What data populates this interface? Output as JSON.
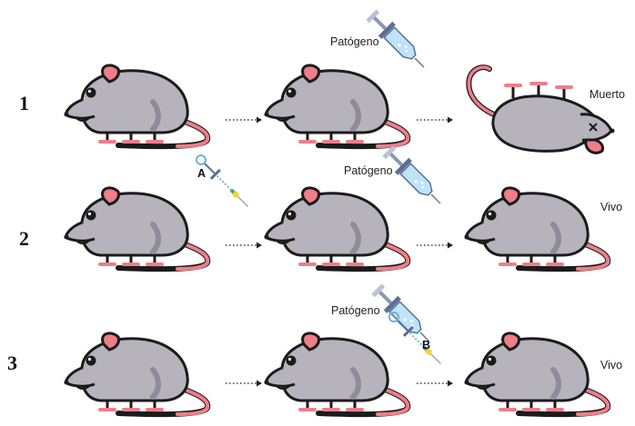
{
  "rows": [
    {
      "number": "1",
      "injections": [
        {
          "type": "syringe",
          "label": "Patógeno"
        }
      ],
      "outcome": "Muerto"
    },
    {
      "number": "2",
      "injections": [
        {
          "type": "vaccine",
          "label": "A"
        },
        {
          "type": "syringe",
          "label": "Patógeno"
        }
      ],
      "outcome": "Vivo"
    },
    {
      "number": "3",
      "injections": [
        {
          "type": "syringe",
          "label": "Patógeno"
        },
        {
          "type": "vaccine",
          "label": "B"
        }
      ],
      "outcome": "Vivo"
    }
  ],
  "colors": {
    "mouse_body": "#b6b3bd",
    "mouse_dark": "#1b1b1b",
    "ear_tail": "#ee7e88",
    "syringe_liquid": "#bfe3f7",
    "syringe_plunger": "#5a6f93",
    "vaccine_tip": "#f5d52b"
  },
  "icons": [
    "mouse-icon",
    "dead-mouse-icon",
    "syringe-icon",
    "vaccine-syringe-icon",
    "dotted-arrow-icon"
  ]
}
